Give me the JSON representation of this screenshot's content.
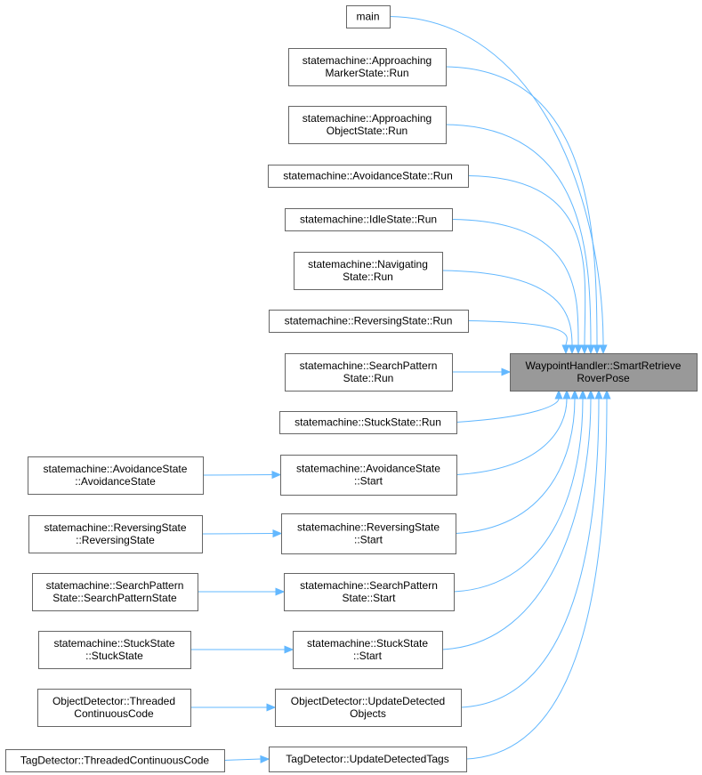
{
  "graph": {
    "edge_color": "#63b8ff",
    "node_border_color": "#666666",
    "target_fill_color": "#999999",
    "nodes": [
      {
        "id": "target",
        "lines": [
          "WaypointHandler::SmartRetrieve",
          "RoverPose"
        ],
        "kind": "target"
      },
      {
        "id": "main",
        "lines": [
          "main"
        ]
      },
      {
        "id": "approach_marker_run",
        "lines": [
          "statemachine::Approaching",
          "MarkerState::Run"
        ]
      },
      {
        "id": "approach_object_run",
        "lines": [
          "statemachine::Approaching",
          "ObjectState::Run"
        ]
      },
      {
        "id": "avoidance_run",
        "lines": [
          "statemachine::AvoidanceState::Run"
        ]
      },
      {
        "id": "idle_run",
        "lines": [
          "statemachine::IdleState::Run"
        ]
      },
      {
        "id": "navigating_run",
        "lines": [
          "statemachine::Navigating",
          "State::Run"
        ]
      },
      {
        "id": "reversing_run",
        "lines": [
          "statemachine::ReversingState::Run"
        ]
      },
      {
        "id": "search_run",
        "lines": [
          "statemachine::SearchPattern",
          "State::Run"
        ]
      },
      {
        "id": "stuck_run",
        "lines": [
          "statemachine::StuckState::Run"
        ]
      },
      {
        "id": "avoidance_start",
        "lines": [
          "statemachine::AvoidanceState",
          "::Start"
        ]
      },
      {
        "id": "reversing_start",
        "lines": [
          "statemachine::ReversingState",
          "::Start"
        ]
      },
      {
        "id": "search_start",
        "lines": [
          "statemachine::SearchPattern",
          "State::Start"
        ]
      },
      {
        "id": "stuck_start",
        "lines": [
          "statemachine::StuckState",
          "::Start"
        ]
      },
      {
        "id": "update_objects",
        "lines": [
          "ObjectDetector::UpdateDetected",
          "Objects"
        ]
      },
      {
        "id": "update_tags",
        "lines": [
          "TagDetector::UpdateDetectedTags"
        ]
      },
      {
        "id": "avoidance_ctor",
        "lines": [
          "statemachine::AvoidanceState",
          "::AvoidanceState"
        ]
      },
      {
        "id": "reversing_ctor",
        "lines": [
          "statemachine::ReversingState",
          "::ReversingState"
        ]
      },
      {
        "id": "search_ctor",
        "lines": [
          "statemachine::SearchPattern",
          "State::SearchPatternState"
        ]
      },
      {
        "id": "stuck_ctor",
        "lines": [
          "statemachine::StuckState",
          "::StuckState"
        ]
      },
      {
        "id": "object_threaded",
        "lines": [
          "ObjectDetector::Threaded",
          "ContinuousCode"
        ]
      },
      {
        "id": "tag_threaded",
        "lines": [
          "TagDetector::ThreadedContinuousCode"
        ]
      }
    ],
    "edges": [
      {
        "from": "main",
        "to": "target"
      },
      {
        "from": "approach_marker_run",
        "to": "target"
      },
      {
        "from": "approach_object_run",
        "to": "target"
      },
      {
        "from": "avoidance_run",
        "to": "target"
      },
      {
        "from": "idle_run",
        "to": "target"
      },
      {
        "from": "navigating_run",
        "to": "target"
      },
      {
        "from": "reversing_run",
        "to": "target"
      },
      {
        "from": "search_run",
        "to": "target"
      },
      {
        "from": "stuck_run",
        "to": "target"
      },
      {
        "from": "avoidance_start",
        "to": "target"
      },
      {
        "from": "reversing_start",
        "to": "target"
      },
      {
        "from": "search_start",
        "to": "target"
      },
      {
        "from": "stuck_start",
        "to": "target"
      },
      {
        "from": "update_objects",
        "to": "target"
      },
      {
        "from": "update_tags",
        "to": "target"
      },
      {
        "from": "avoidance_ctor",
        "to": "avoidance_start"
      },
      {
        "from": "reversing_ctor",
        "to": "reversing_start"
      },
      {
        "from": "search_ctor",
        "to": "search_start"
      },
      {
        "from": "stuck_ctor",
        "to": "stuck_start"
      },
      {
        "from": "object_threaded",
        "to": "update_objects"
      },
      {
        "from": "tag_threaded",
        "to": "update_tags"
      }
    ]
  }
}
